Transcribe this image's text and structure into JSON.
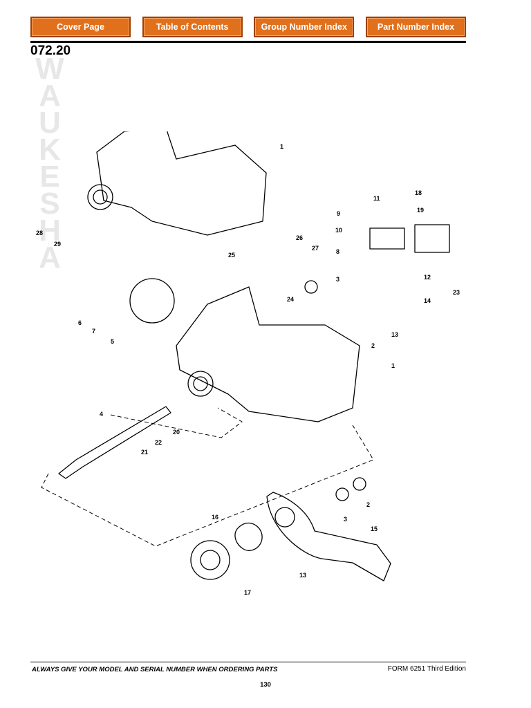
{
  "nav": {
    "cover": "Cover Page",
    "toc": "Table of Contents",
    "group": "Group Number Index",
    "part": "Part Number Index"
  },
  "title": "072.20",
  "watermark": [
    "W",
    "A",
    "U",
    "K",
    "E",
    "S",
    "H",
    "A"
  ],
  "callouts": [
    "1",
    "28",
    "29",
    "11",
    "18",
    "9",
    "19",
    "10",
    "26",
    "27",
    "25",
    "8",
    "12",
    "3",
    "23",
    "24",
    "14",
    "6",
    "7",
    "5",
    "13",
    "2",
    "1",
    "4",
    "20",
    "22",
    "21",
    "2",
    "3",
    "15",
    "16",
    "13",
    "17"
  ],
  "colors": {
    "nav_fill": "#e0701c",
    "nav_border": "#9c3f06",
    "watermark": "#e7e7e7"
  },
  "footer": {
    "warning": "ALWAYS GIVE YOUR MODEL AND SERIAL NUMBER WHEN ORDERING PARTS",
    "form": "FORM 6251 Third Edition",
    "page": "130"
  }
}
